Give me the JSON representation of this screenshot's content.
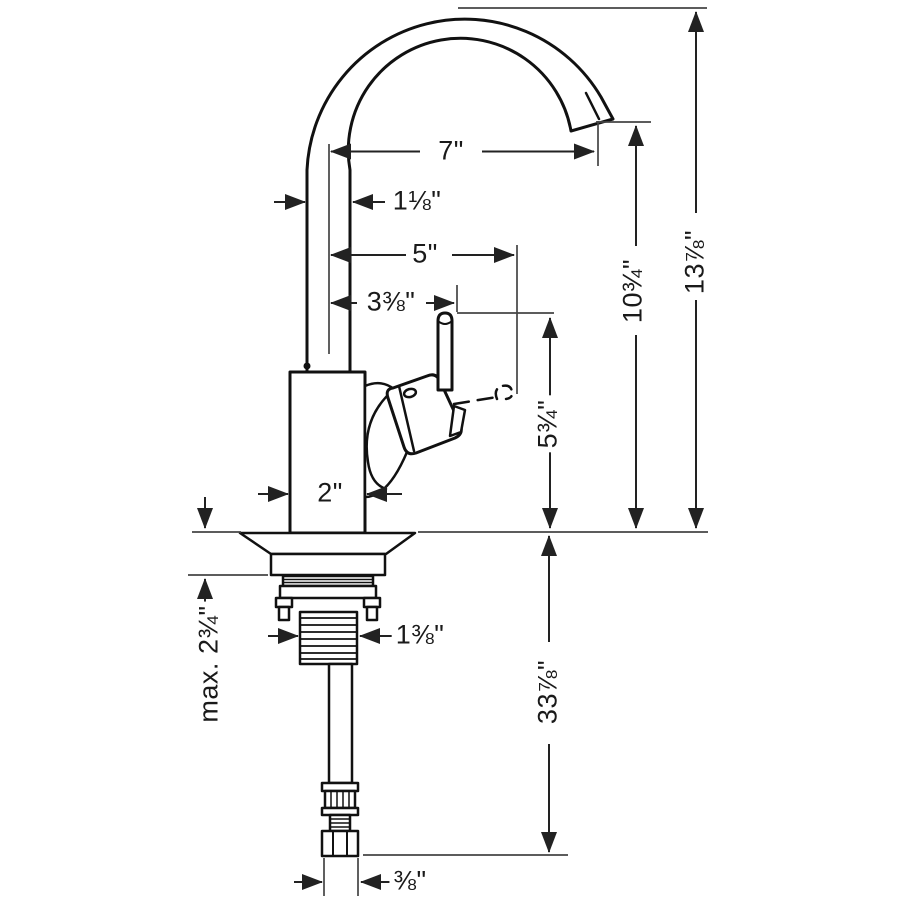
{
  "colors": {
    "outline": "#111111",
    "dimension": "#222222",
    "reference": "#444444",
    "background": "#ffffff"
  },
  "dimensions": {
    "spout_reach": "7\"",
    "spout_tube_diameter": "1⅛\"",
    "handle_side_clearance": "5\"",
    "handle_offset": "3⅜\"",
    "spout_outlet_height": "10¾\"",
    "overall_height": "13⅞\"",
    "handle_top_height": "5¾\"",
    "body_width": "2\"",
    "max_deck_thickness": "max. 2¾\"",
    "shank_diameter": "1⅜\"",
    "supply_hose_length": "33⅞\"",
    "hose_connector_size": "⅜\""
  }
}
